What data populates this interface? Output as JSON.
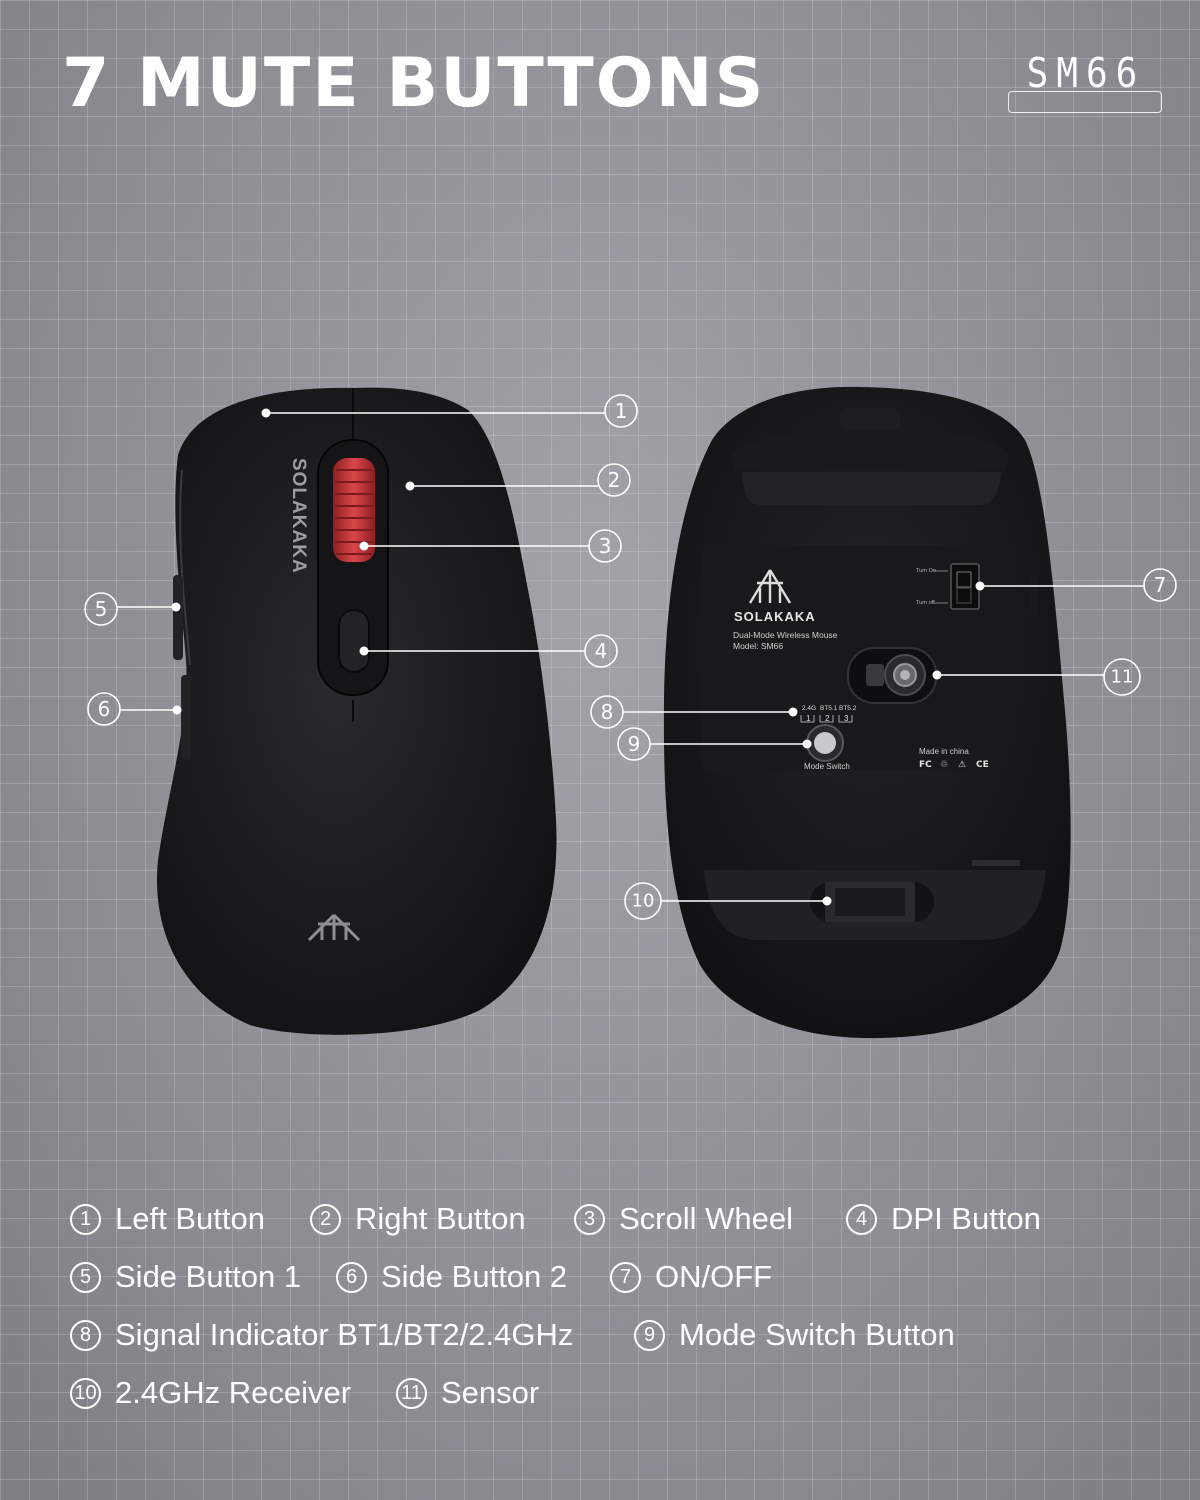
{
  "headline": "7 MUTE BUTTONS",
  "model_badge": "SM66",
  "mouse_top": {
    "brand_text": "SOLAKAKA",
    "wheel_color": "#c93a3c",
    "body_color": "#1c1c1e"
  },
  "mouse_bottom": {
    "brand_text": "SOLAKAKA",
    "label_line1": "Dual-Mode Wireless Mouse",
    "label_line2": "Model: SM66",
    "switch_on": "Turn On",
    "switch_off": "Turn off",
    "signal_labels": [
      "2.4G",
      "BT5.1",
      "BT5.2"
    ],
    "signal_numbers": [
      "1",
      "2",
      "3"
    ],
    "mode_switch_label": "Mode Switch",
    "made_in": "Made in china",
    "cert_marks": [
      "FC",
      "♲",
      "⚠",
      "CE"
    ]
  },
  "callouts": [
    "1",
    "2",
    "3",
    "4",
    "5",
    "6",
    "7",
    "8",
    "9",
    "10",
    "11"
  ],
  "legend": [
    [
      {
        "num": "1",
        "label": "Left Button"
      },
      {
        "num": "2",
        "label": "Right Button"
      },
      {
        "num": "3",
        "label": "Scroll Wheel"
      },
      {
        "num": "4",
        "label": "DPI Button"
      }
    ],
    [
      {
        "num": "5",
        "label": "Side Button 1"
      },
      {
        "num": "6",
        "label": "Side Button 2"
      },
      {
        "num": "7",
        "label": "ON/OFF"
      }
    ],
    [
      {
        "num": "8",
        "label": "Signal Indicator BT1/BT2/2.4GHz"
      },
      {
        "num": "9",
        "label": "Mode Switch Button"
      }
    ],
    [
      {
        "num": "10",
        "label": "2.4GHz Receiver"
      },
      {
        "num": "11",
        "label": "Sensor"
      }
    ]
  ]
}
